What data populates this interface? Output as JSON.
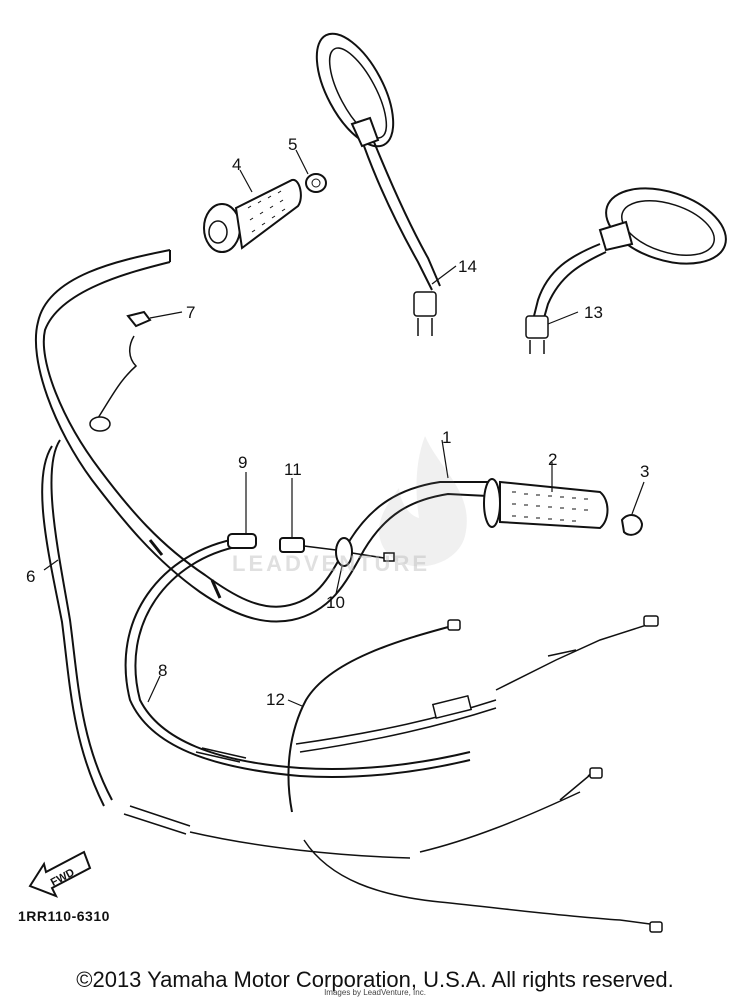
{
  "diagram": {
    "callouts": [
      {
        "id": "1",
        "label": "1"
      },
      {
        "id": "2",
        "label": "2"
      },
      {
        "id": "3",
        "label": "3"
      },
      {
        "id": "4",
        "label": "4"
      },
      {
        "id": "5",
        "label": "5"
      },
      {
        "id": "6",
        "label": "6"
      },
      {
        "id": "7",
        "label": "7"
      },
      {
        "id": "8",
        "label": "8"
      },
      {
        "id": "9",
        "label": "9"
      },
      {
        "id": "10",
        "label": "10"
      },
      {
        "id": "11",
        "label": "11"
      },
      {
        "id": "12",
        "label": "12"
      },
      {
        "id": "13",
        "label": "13"
      },
      {
        "id": "14",
        "label": "14"
      }
    ],
    "fwd_label": "FWD",
    "diagram_code": "1RR110-6310",
    "watermark": "LEADVENTURE",
    "copyright": "©2013 Yamaha Motor Corporation, U.S.A. All rights reserved.",
    "copyright_sub": "Images by LeadVenture, Inc."
  }
}
